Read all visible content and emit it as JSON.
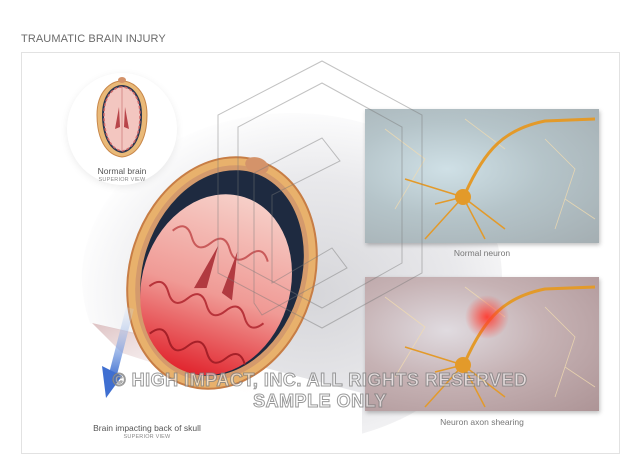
{
  "title": "TRAUMATIC BRAIN INJURY",
  "inset": {
    "label": "Normal brain",
    "view": "SUPERIOR VIEW"
  },
  "main_illustration": {
    "label": "Brain impacting back of skull",
    "view": "SUPERIOR VIEW",
    "arrow_color": "#3f6fd1"
  },
  "panels": [
    {
      "caption": "Normal neuron",
      "tint": "#b5c4c9"
    },
    {
      "caption": "Neuron axon shearing",
      "tint": "#c6b2b4",
      "injury_color": "#ff3b30"
    }
  ],
  "watermark": {
    "line1": "© HIGH IMPACT, INC. ALL RIGHTS RESERVED",
    "line2": "SAMPLE ONLY"
  },
  "colors": {
    "brain_pink": "#f2b9b3",
    "brain_red": "#e8343a",
    "skull": "#e9b978",
    "dura": "#1f2a3d",
    "neuron": "#e39a2a"
  }
}
